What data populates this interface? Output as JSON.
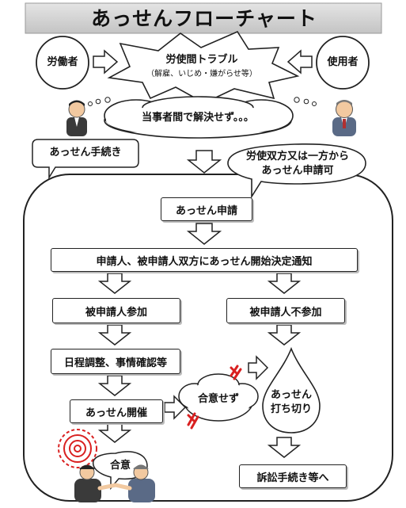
{
  "title": "あっせんフローチャート",
  "nodes": {
    "worker": "労働者",
    "employer": "使用者",
    "trouble_main": "労使間トラブル",
    "trouble_sub": "（解雇、いじめ・嫌がらせ等）",
    "unresolved": "当事者間で解決せず。。。",
    "procedure_label": "あっせん手続き",
    "apply_note_line1": "労使双方又は一方から",
    "apply_note_line2": "あっせん申請可",
    "application": "あっせん申請",
    "notice": "申請人、被申請人双方にあっせん開始決定通知",
    "participate": "被申請人参加",
    "not_participate": "被申請人不参加",
    "adjust": "日程調整、事情確認等",
    "held": "あっせん開催",
    "no_agreement": "合意せず",
    "terminate_line1": "あっせん",
    "terminate_line2": "打ち切り",
    "agreement": "合意",
    "lawsuit": "訴訟手続き等へ"
  },
  "colors": {
    "title_band": "#d6d6d6",
    "burst_red": "#d92020",
    "suit_worker": "#3a3a3a",
    "suit_employer": "#5a6a86",
    "skin": "#f2c9a0"
  }
}
